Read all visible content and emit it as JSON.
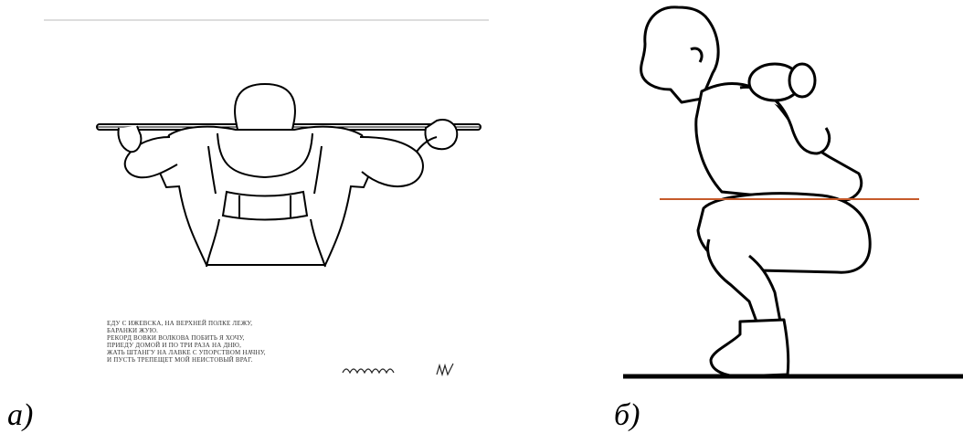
{
  "panel_a": {
    "caption": "а)",
    "poem_lines": [
      "ЕДУ С ИЖЕВСКА, НА ВЕРХНЕЙ ПОЛКЕ ЛЕЖУ,",
      "БАРАНКИ ЖУЮ.",
      "РЕКОРД ВОВКИ ВОЛКОВА ПОБИТЬ Я ХОЧУ,",
      "ПРИЕДУ ДОМОЙ И ПО ТРИ РАЗА НА ДНЮ,",
      "ЖАТЬ ШТАНГУ НА ЛАВКЕ С УПОРСТВОМ НАЧНУ,",
      "И ПУСТЬ ТРЕПЕЩЕТ МОЙ НЕИСТОВЫЙ ВРАГ."
    ]
  },
  "panel_b": {
    "caption": "б)",
    "line_color": "#c65a2a",
    "ground_color": "#000000"
  }
}
